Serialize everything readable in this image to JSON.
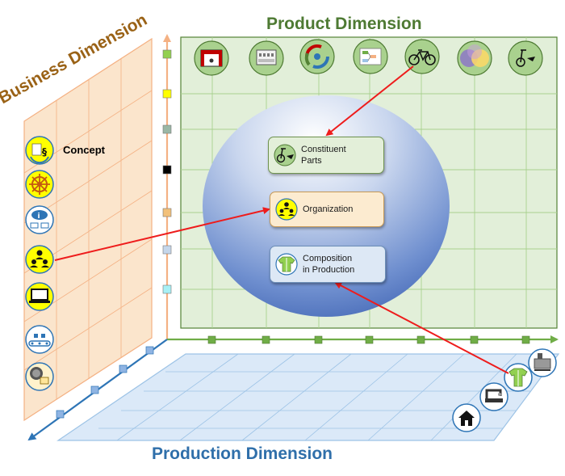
{
  "titles": {
    "product": "Product Dimension",
    "production": "Production Dimension",
    "business": "Business Dimension"
  },
  "labels": {
    "concept": "Concept"
  },
  "boxes": {
    "constituent": {
      "text": "Constituent\nParts",
      "icon": "kickscooter-parts-icon"
    },
    "organization": {
      "text": "Organization",
      "icon": "team-hierarchy-icon"
    },
    "composition": {
      "text": "Composition\nin Production",
      "icon": "shirt-puzzle-icon"
    }
  },
  "product_icons": [
    "theater-stage-icon",
    "network-switch-icon",
    "circular-arrows-icon",
    "workflow-chart-icon",
    "bicycle-icon",
    "venn-diagram-icon",
    "kickscooter-parts-icon"
  ],
  "business_icons": [
    "document-cycle-icon",
    "ships-wheel-icon",
    "cloud-info-icon",
    "team-hierarchy-icon",
    "laptop-icon",
    "conveyor-belt-icon",
    "coin-hand-icon"
  ],
  "production_icons": [
    "house-icon",
    "sewing-machine-icon",
    "shirt-puzzle-icon",
    "industrial-machine-icon"
  ],
  "colors": {
    "product_panel": "#e2efd9",
    "product_grid": "#a9d18e",
    "product_border": "#548235",
    "business_panel": "#fbe5cc",
    "business_grid": "#f4b183",
    "production_panel": "#dbe9f8",
    "production_grid": "#9dc3e6",
    "arrow": "#ee1c1c",
    "axis_orange": "#f4b183",
    "axis_green": "#70ad47",
    "axis_blue": "#2e75b6"
  }
}
